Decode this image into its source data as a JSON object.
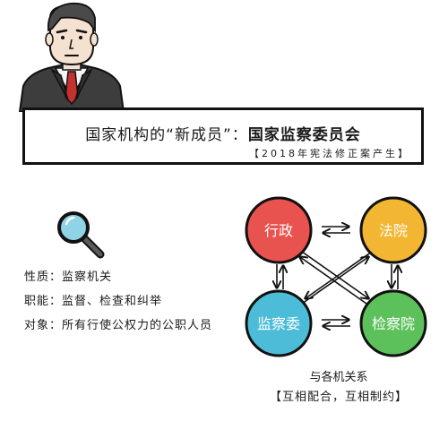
{
  "header": {
    "title_prefix": "国家机构的“新成员”：",
    "title_bold": "国家监察委员会",
    "subtitle": "【2018年宪法修正案产生】"
  },
  "info": [
    {
      "label": "性质：",
      "value": "监察机关"
    },
    {
      "label": "职能：",
      "value": "监督、检查和纠举"
    },
    {
      "label": "对象：",
      "value": "所有行使公权力的公职人员"
    }
  ],
  "diagram": {
    "nodes": [
      {
        "label": "行政",
        "color": "#e8524f"
      },
      {
        "label": "法院",
        "color": "#f2b632"
      },
      {
        "label": "监察委",
        "color": "#4dbcd8"
      },
      {
        "label": "检察院",
        "color": "#5cc15a"
      }
    ],
    "caption": "与各机关系",
    "caption_sub": "【互相配合，互相制约】"
  }
}
